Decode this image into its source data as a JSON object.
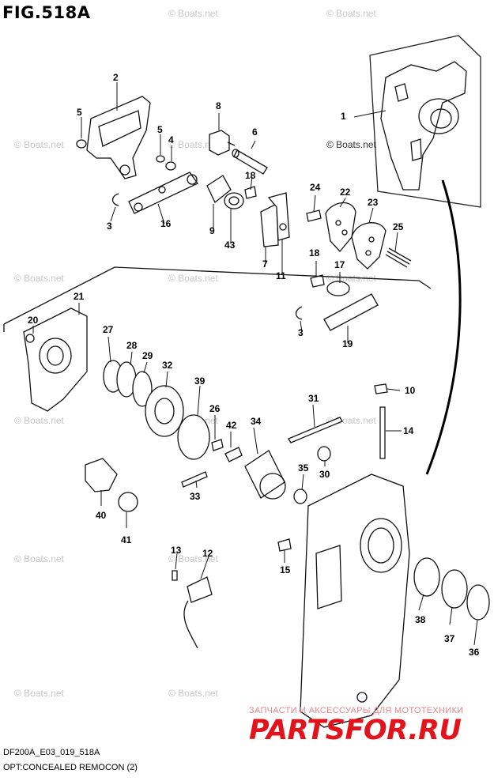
{
  "figure_title": "FIG.518A",
  "watermark": "© Boats.net",
  "footer": {
    "code": "DF200A_E03_019_518A",
    "caption": "OPT:CONCEALED REMOCON (2)"
  },
  "promo": {
    "tagline": "ЗАПЧАСТИ И АКСЕССУАРЫ ДЛЯ МОТОТЕХНИКИ",
    "brand": "PARTSFOR.RU",
    "brand_color": "#e3131c"
  },
  "callouts": [
    "1",
    "2",
    "3",
    "3",
    "4",
    "5",
    "5",
    "6",
    "7",
    "8",
    "9",
    "10",
    "11",
    "12",
    "13",
    "14",
    "15",
    "16",
    "17",
    "18",
    "18",
    "19",
    "20",
    "21",
    "22",
    "23",
    "24",
    "25",
    "26",
    "27",
    "28",
    "29",
    "30",
    "31",
    "32",
    "33",
    "34",
    "35",
    "36",
    "37",
    "38",
    "39",
    "40",
    "41",
    "42",
    "43"
  ]
}
